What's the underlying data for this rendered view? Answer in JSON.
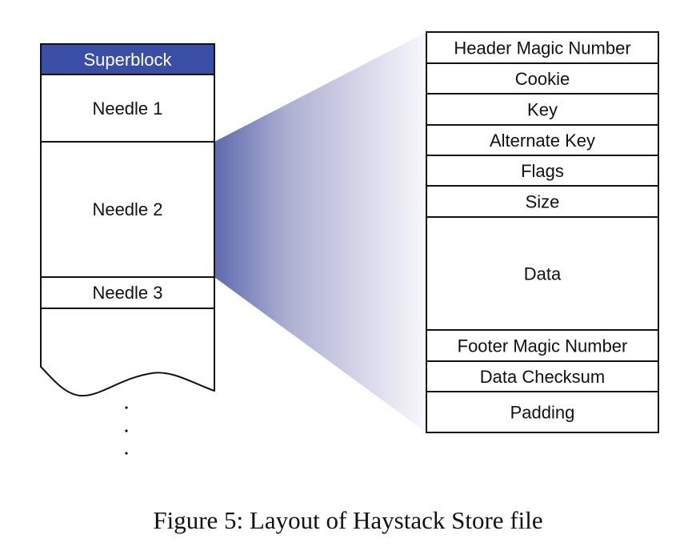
{
  "colors": {
    "superblock_fill": "#3a4ea5",
    "wedge_start": "#5d6aae",
    "wedge_end": "#f8f8fc",
    "stroke": "#111111"
  },
  "store_file": {
    "superblock": "Superblock",
    "needles": [
      "Needle 1",
      "Needle 2",
      "Needle 3"
    ],
    "continuation": "..."
  },
  "needle_layout": {
    "fields": [
      "Header Magic Number",
      "Cookie",
      "Key",
      "Alternate Key",
      "Flags",
      "Size",
      "Data",
      "Footer Magic Number",
      "Data Checksum",
      "Padding"
    ]
  },
  "caption": "Figure 5: Layout of Haystack Store file"
}
